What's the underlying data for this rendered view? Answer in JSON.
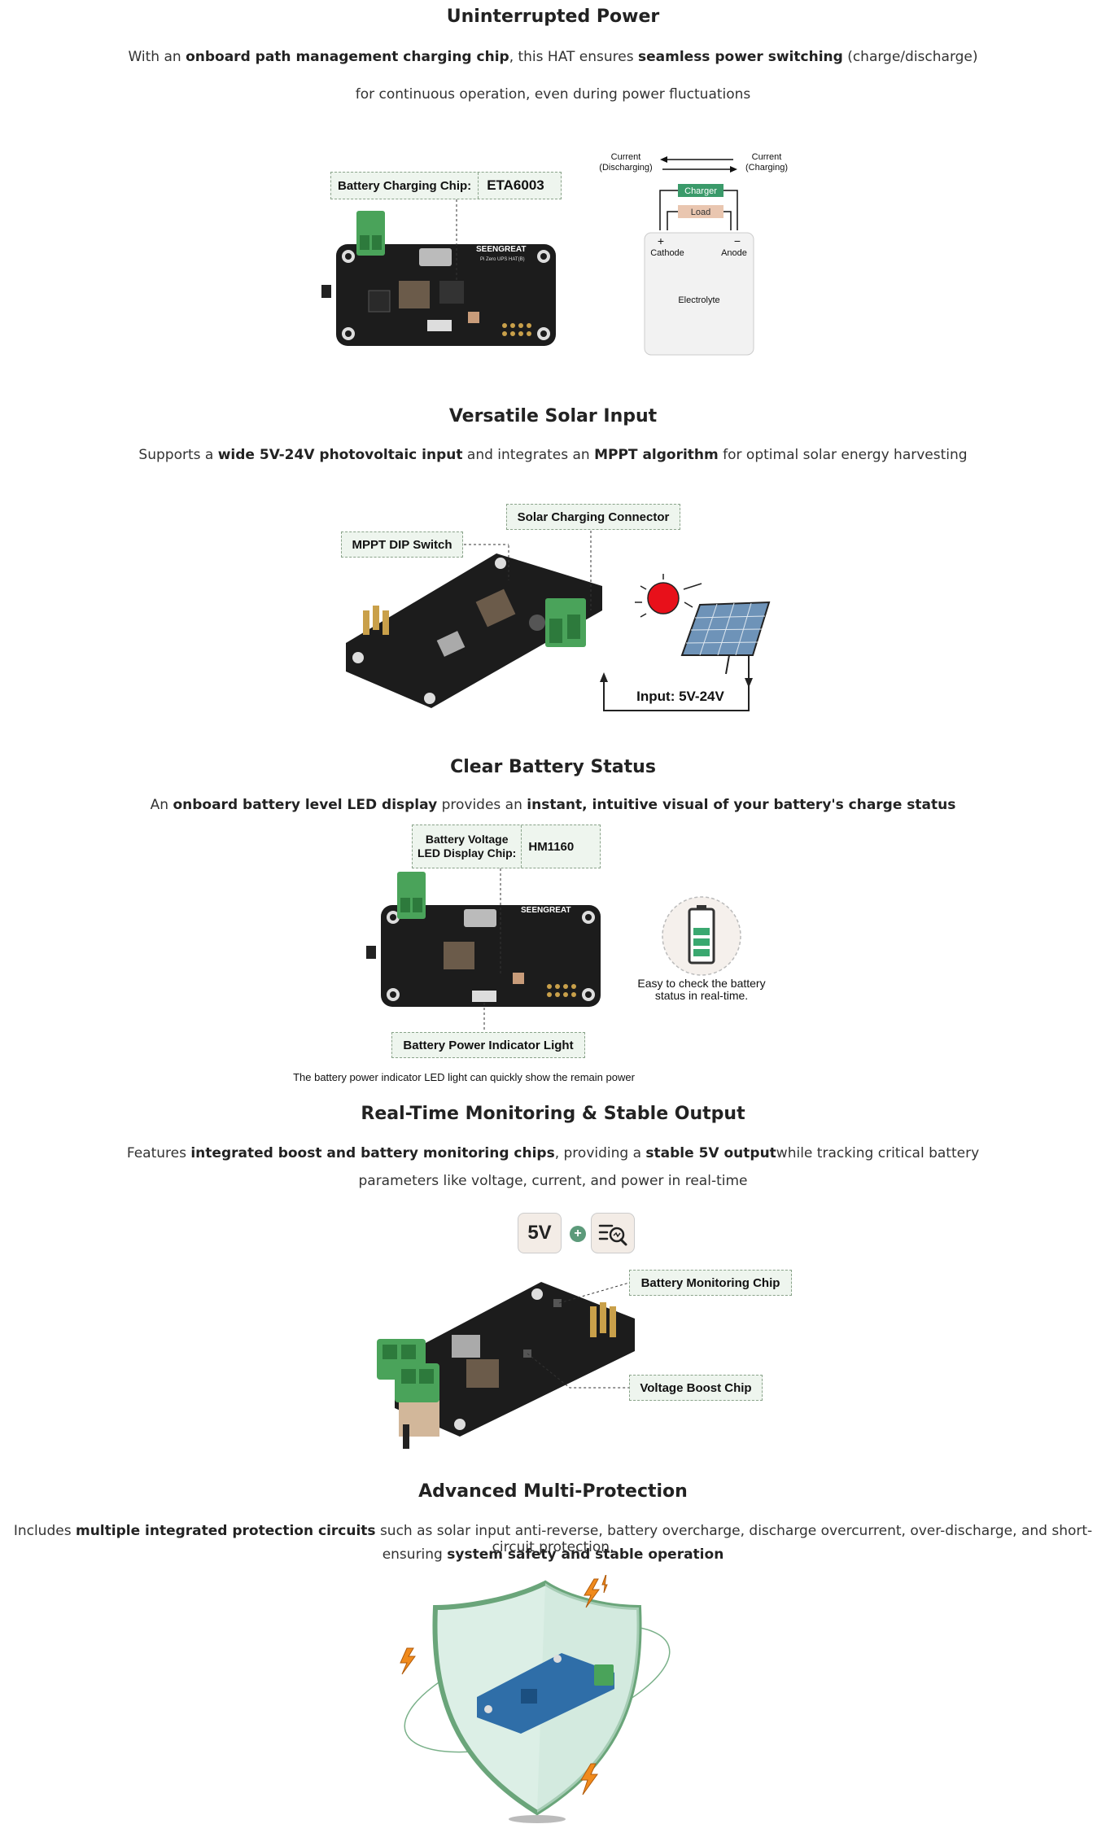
{
  "sections": {
    "ups": {
      "title": "Uninterrupted Power",
      "line1_a": "With an ",
      "line1_b": "onboard path management charging chip",
      "line1_c": ", this HAT ensures ",
      "line1_d": "seamless power switching",
      "line1_e": " (charge/discharge)",
      "line2": "for continuous operation, even during power fluctuations",
      "chip_label": "Battery Charging Chip:",
      "chip_value": "ETA6003",
      "diagram": {
        "current_left": "Current\n(Discharging)",
        "current_left_1": "Current",
        "current_left_2": "(Discharging)",
        "current_right_1": "Current",
        "current_right_2": "(Charging)",
        "charger": "Charger",
        "load": "Load",
        "cathode": "Cathode",
        "anode": "Anode",
        "plus": "+",
        "minus": "−",
        "electrolyte": "Electrolyte"
      }
    },
    "solar": {
      "title": "Versatile Solar Input",
      "line_a": "Supports a ",
      "line_b": "wide 5V-24V photovoltaic input",
      "line_c": " and integrates an ",
      "line_d": "MPPT algorithm",
      "line_e": " for optimal solar energy harvesting",
      "mppt_label": "MPPT DIP Switch",
      "connector_label": "Solar Charging Connector",
      "input_label": "Input: 5V-24V"
    },
    "battery": {
      "title": "Clear Battery Status",
      "line_a": "An ",
      "line_b": "onboard battery level LED display",
      "line_c": " provides an ",
      "line_d": "instant, intuitive visual of your battery's charge status",
      "chip_label_1": "Battery Voltage",
      "chip_label_2": "LED Display Chip:",
      "chip_value": "HM1160",
      "indicator_label": "Battery Power Indicator Light",
      "easy_1": "Easy to check the battery",
      "easy_2": "status in real-time.",
      "footnote": "The battery power indicator LED light can quickly show the remain power"
    },
    "monitor": {
      "title": "Real-Time Monitoring & Stable Output",
      "line1_a": "Features ",
      "line1_b": "integrated boost and battery monitoring chips",
      "line1_c": ", providing a ",
      "line1_d": "stable 5V output",
      "line1_e": "while tracking critical battery",
      "line2": "parameters like voltage, current, and power in real-time",
      "badge_5v": "5V",
      "badge_plus": "+",
      "monitor_chip": "Battery Monitoring Chip",
      "boost_chip": "Voltage Boost Chip"
    },
    "protect": {
      "title": "Advanced Multi-Protection",
      "line1_a": "Includes ",
      "line1_b": "multiple integrated protection circuits",
      "line1_c": " such as solar input anti-reverse, battery overcharge, discharge overcurrent, over-discharge, and short-circuit protection,",
      "line2_a": "ensuring ",
      "line2_b": "system safety and stable operation"
    }
  },
  "board": {
    "brand": "SEENGREAT",
    "model": "Pi Zero UPS HAT(B)"
  },
  "colors": {
    "board": "#1c1c1c",
    "terminal": "#4aa35a",
    "callout_bg": "#eef5ee",
    "callout_border": "#8aa38a",
    "sun": "#e8101a",
    "charger": "#3a9a6a",
    "load": "#e9c6b0",
    "shield": "#6aa57a",
    "battery_bar": "#3aa870"
  }
}
